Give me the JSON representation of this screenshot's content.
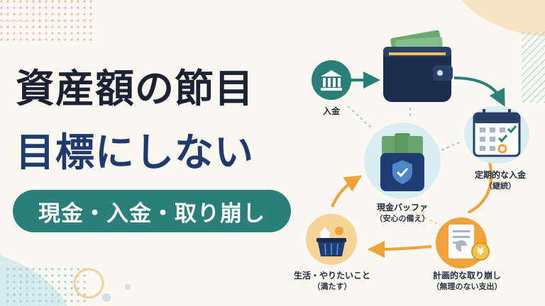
{
  "title": {
    "line1": "資産額の節目",
    "line2": "目標にしない"
  },
  "pill_label": "現金・入金・取り崩し",
  "nodes": {
    "deposit": {
      "label": "入金"
    },
    "buffer": {
      "label": "現金バッファ",
      "sub": "（安心の備え）"
    },
    "regular": {
      "label": "定期的な入金",
      "sub": "（継続）"
    },
    "planned": {
      "label": "計画的な取り崩し",
      "sub": "（無理のない支出）"
    },
    "life": {
      "label": "生活・やりたいこと",
      "sub": "（満たす）"
    }
  },
  "yen_symbol": "¥",
  "colors": {
    "title_dark": "#1c2233",
    "title_navy": "#1f3a6e",
    "teal": "#2b7f7b",
    "orange": "#f0a13a",
    "navy": "#1c2e4f"
  }
}
